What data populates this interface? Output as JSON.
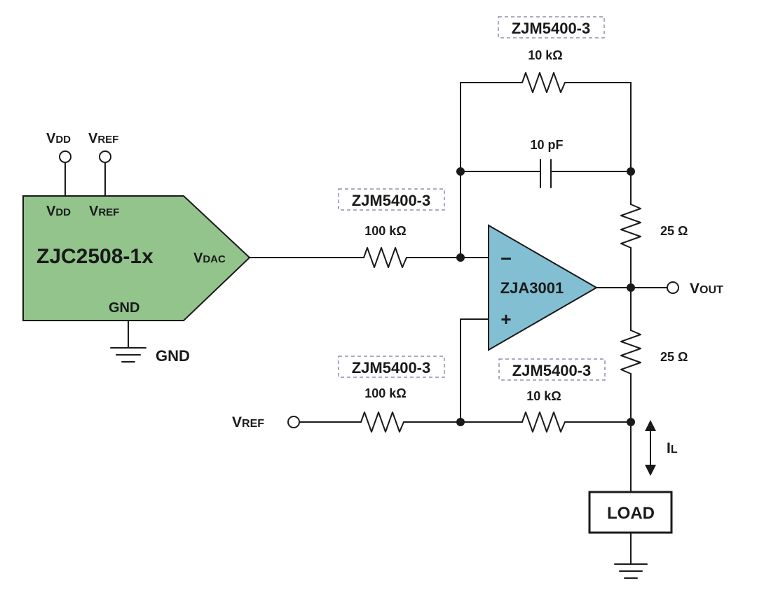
{
  "dac": {
    "name": "ZJC2508-1x",
    "vdd_pin": "V",
    "vdd_pin_sub": "DD",
    "vref_pin": "V",
    "vref_pin_sub": "REF",
    "vdac_pin": "V",
    "vdac_pin_sub": "DAC",
    "gnd_pin": "GND",
    "fill_color": "#92c48c"
  },
  "supply": {
    "vdd": "V",
    "vdd_sub": "DD",
    "vref": "V",
    "vref_sub": "REF",
    "gnd": "GND"
  },
  "opamp": {
    "name": "ZJA3001",
    "minus": "–",
    "plus": "+",
    "fill_color": "#82bfd2"
  },
  "resistor_network_labels": {
    "top": "ZJM5400-3",
    "input": "ZJM5400-3",
    "ref": "ZJM5400-3",
    "feedback_lower": "ZJM5400-3"
  },
  "values": {
    "r_feedback_top": "10 kΩ",
    "c_feedback": "10 pF",
    "r_input": "100 kΩ",
    "r_sense_top": "25 Ω",
    "r_sense_bottom": "25 Ω",
    "r_ref": "100 kΩ",
    "r_feedback_lower": "10 kΩ"
  },
  "output": {
    "vout": "V",
    "vout_sub": "OUT"
  },
  "vref_input": {
    "label": "V",
    "label_sub": "REF"
  },
  "current": {
    "label": "I",
    "label_sub": "L"
  },
  "load": {
    "label": "LOAD"
  }
}
